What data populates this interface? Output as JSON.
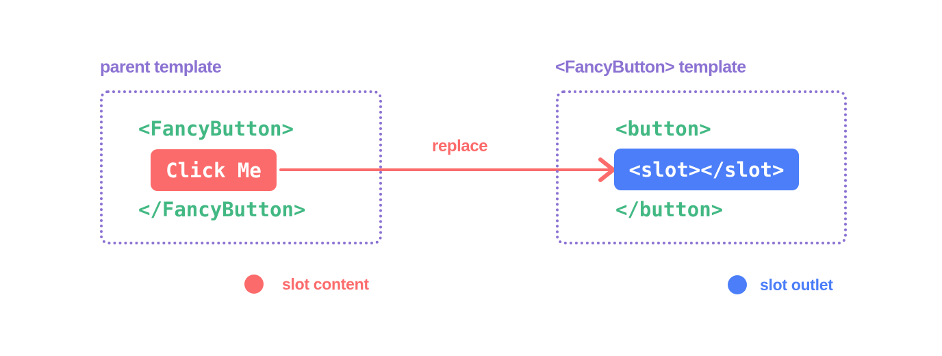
{
  "colors": {
    "purple": "#8b72d2",
    "green": "#42b883",
    "coral": "#fc6b6b",
    "blue": "#4b7ef8",
    "white": "#ffffff",
    "bg": "#ffffff"
  },
  "parent_panel": {
    "title": "parent template",
    "code_open": "<FancyButton>",
    "button_label": "Click Me",
    "code_close": "</FancyButton>"
  },
  "fancy_panel": {
    "title": "<FancyButton> template",
    "code_open": "<button>",
    "slot_label": "<slot></slot>",
    "code_close": "</button>"
  },
  "arrow": {
    "label": "replace"
  },
  "legend": [
    {
      "swatch": "coral-circle",
      "label": "slot content"
    },
    {
      "swatch": "blue-circle",
      "label": "slot outlet"
    }
  ]
}
